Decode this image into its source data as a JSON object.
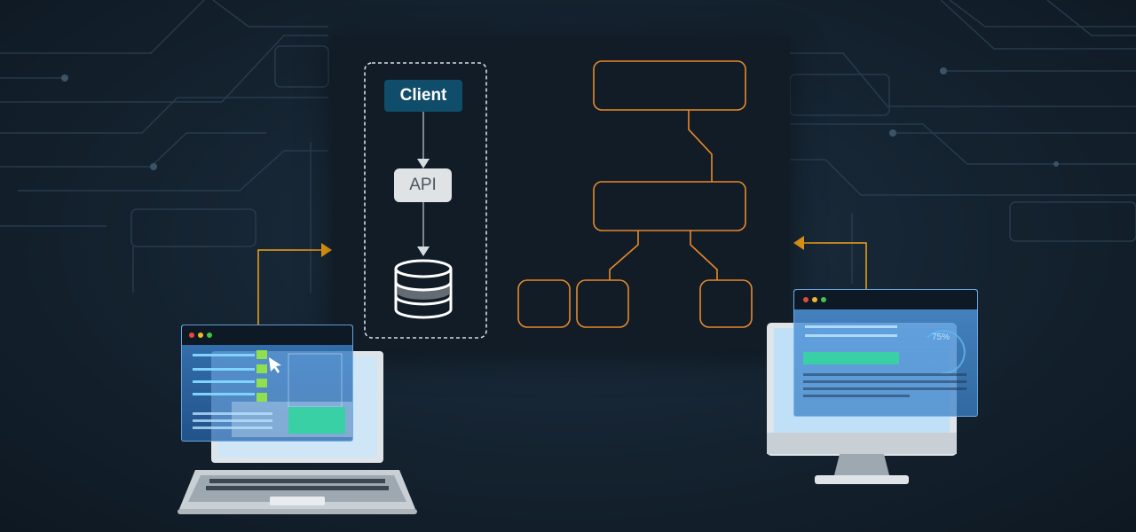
{
  "diagram": {
    "client_label": "Client",
    "api_label": "API",
    "database_icon": "database-icon",
    "tree_node_count_note": "",
    "gauge_percent_label": "75%"
  },
  "colors": {
    "accent_orange": "#e8892a",
    "arrow_yellow": "#f0a318",
    "client_fill": "#0f4d6b",
    "api_fill": "#e0e3e6"
  }
}
